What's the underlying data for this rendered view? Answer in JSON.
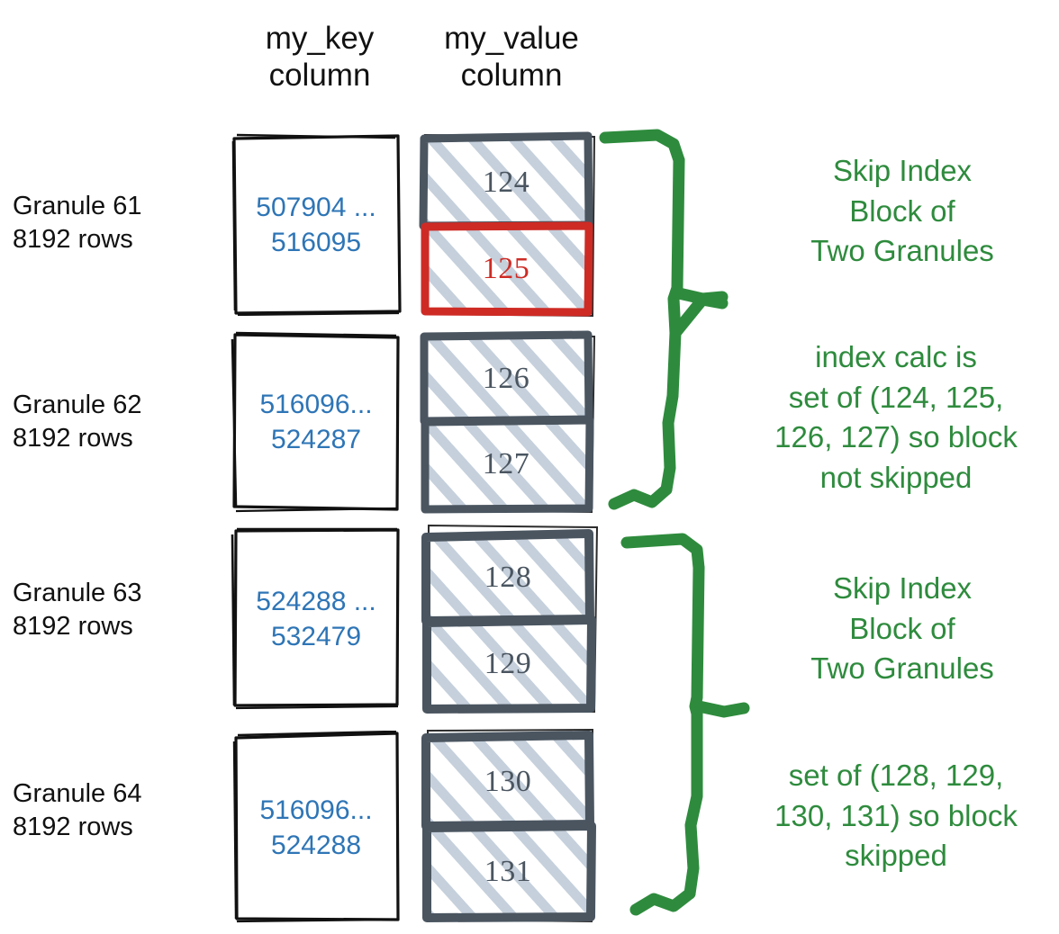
{
  "diagram": {
    "title": "ClickHouse skip index granule diagram",
    "colors": {
      "key_text": "#2E75B6",
      "value_text": "#4A5560",
      "highlight": "#CE2B25",
      "annotation": "#2E8B3D",
      "box_border": "#4A5560",
      "hatch": "#C5D0DC"
    }
  },
  "headers": {
    "key_column": "my_key\ncolumn",
    "value_column": "my_value\ncolumn"
  },
  "granules": [
    {
      "id": "61",
      "label": "Granule 61\n8192 rows",
      "name": "Granule 61",
      "rows": "8192 rows",
      "key_range": "507904 ...\n516095",
      "values": [
        {
          "value": "124",
          "highlighted": false
        },
        {
          "value": "125",
          "highlighted": true
        }
      ]
    },
    {
      "id": "62",
      "label": "Granule 62\n8192 rows",
      "name": "Granule 62",
      "rows": "8192 rows",
      "key_range": "516096...\n524287",
      "values": [
        {
          "value": "126",
          "highlighted": false
        },
        {
          "value": "127",
          "highlighted": false
        }
      ]
    },
    {
      "id": "63",
      "label": "Granule 63\n8192 rows",
      "name": "Granule 63",
      "rows": "8192 rows",
      "key_range": "524288 ...\n532479",
      "values": [
        {
          "value": "128",
          "highlighted": false
        },
        {
          "value": "129",
          "highlighted": false
        }
      ]
    },
    {
      "id": "64",
      "label": "Granule 64\n8192 rows",
      "name": "Granule 64",
      "rows": "8192 rows",
      "key_range": "516096...\n524288",
      "values": [
        {
          "value": "130",
          "highlighted": false
        },
        {
          "value": "131",
          "highlighted": false
        }
      ]
    }
  ],
  "annotations": [
    {
      "id": "block-1-title",
      "text": "Skip Index\nBlock of\nTwo Granules"
    },
    {
      "id": "block-1-detail",
      "text": "index calc is\nset of (124, 125,\n126, 127) so block\nnot skipped"
    },
    {
      "id": "block-2-title",
      "text": "Skip Index\nBlock of\nTwo Granules"
    },
    {
      "id": "block-2-detail",
      "text": "set of (128, 129,\n130, 131) so block\nskipped"
    }
  ]
}
